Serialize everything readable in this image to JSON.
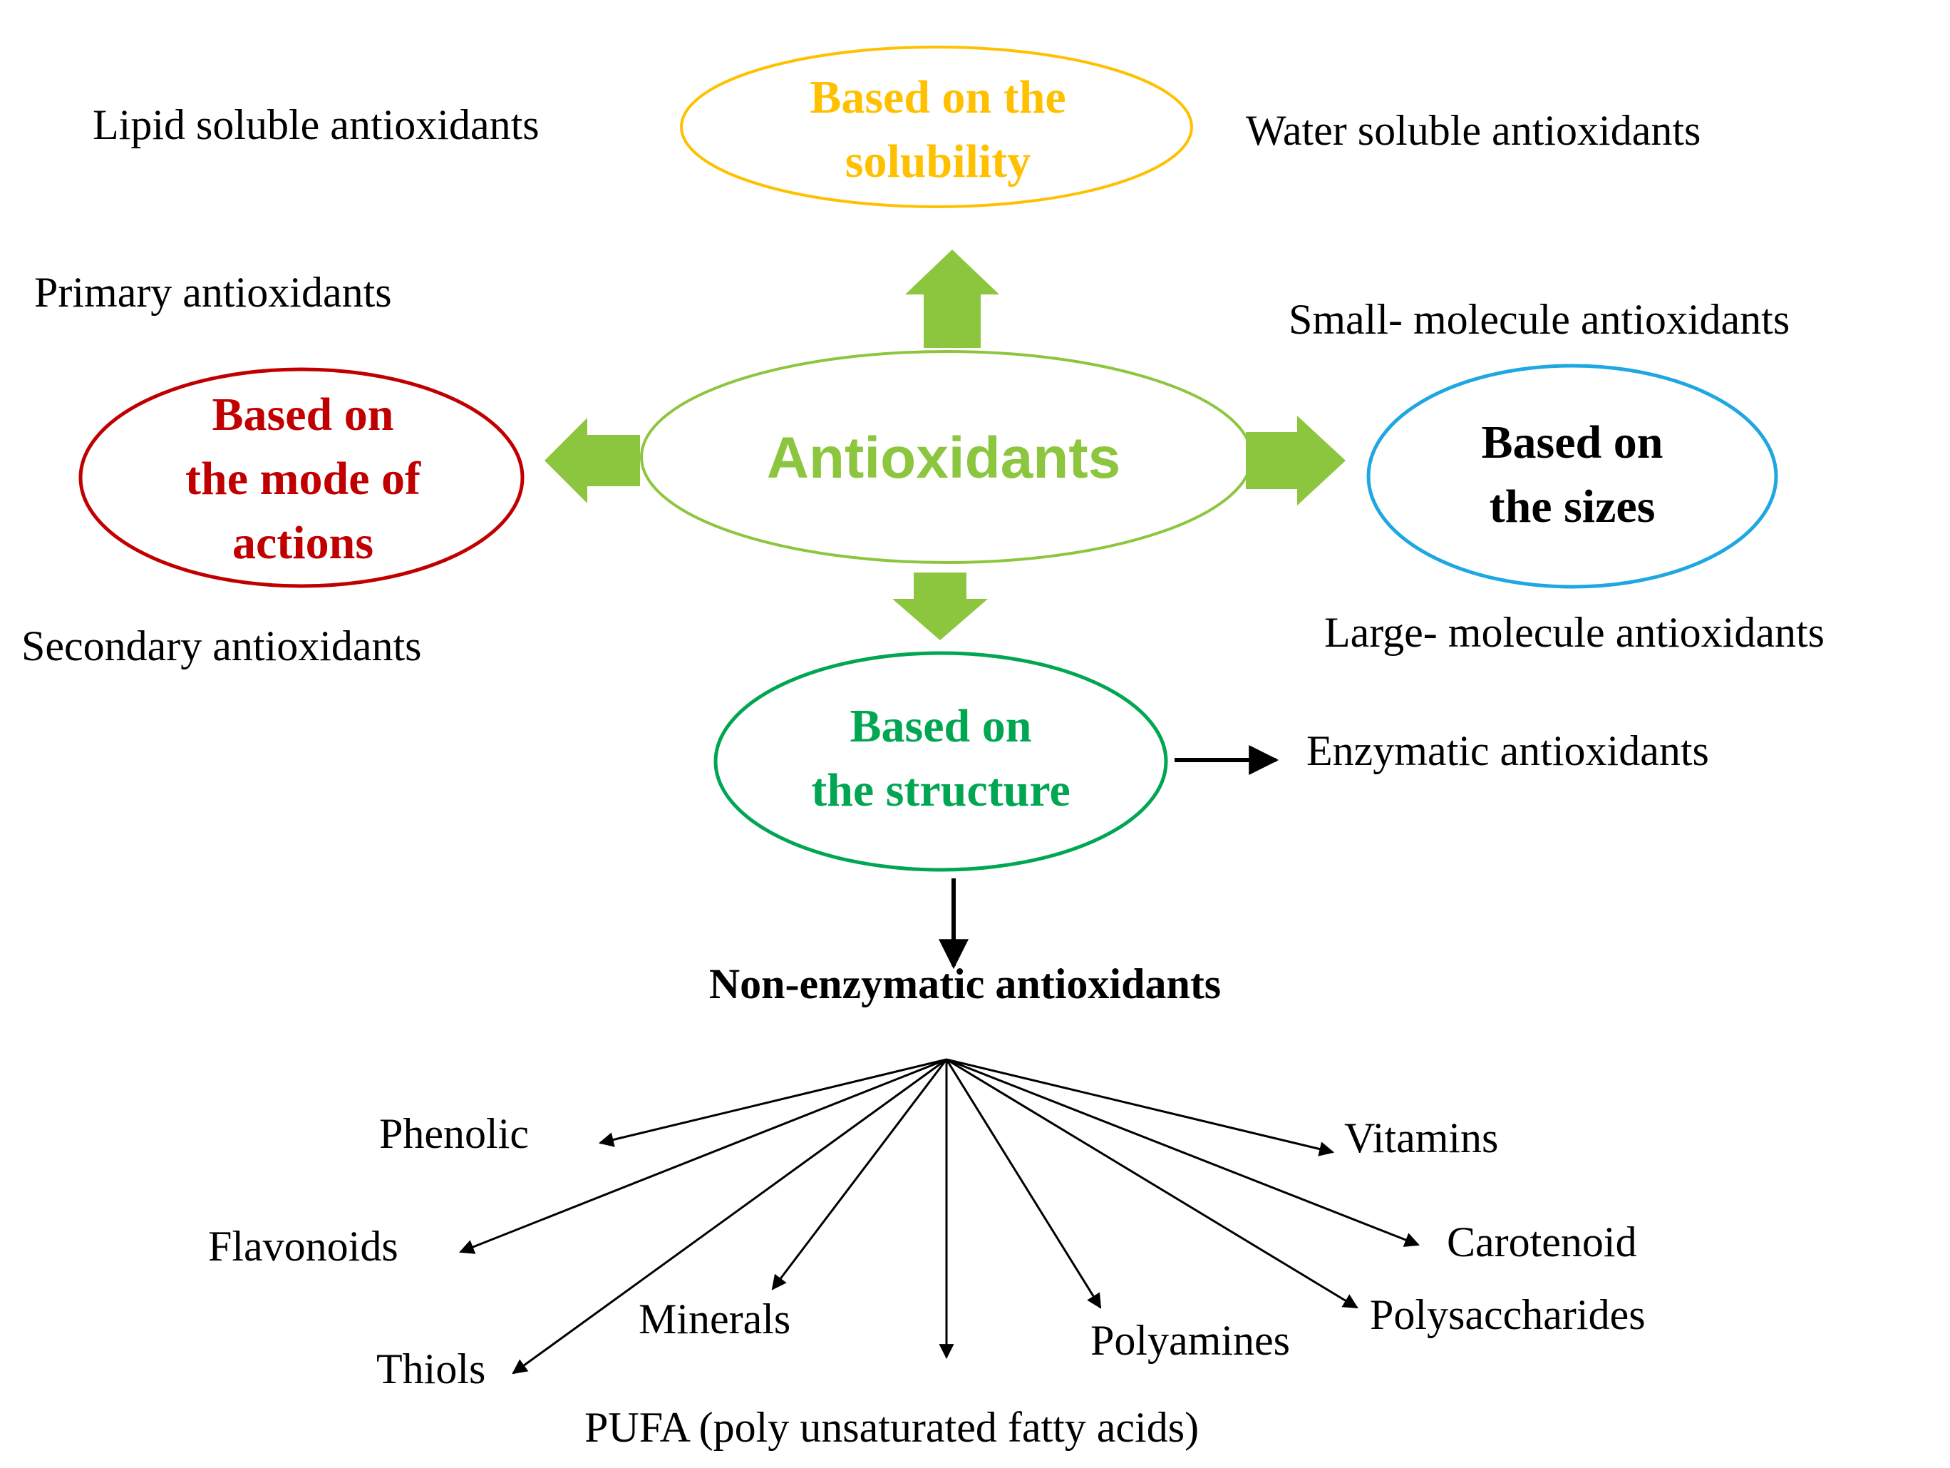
{
  "center": {
    "label": "Antioxidants",
    "color": "#8CC63F"
  },
  "categories": {
    "solubility": {
      "line1": "Based on the",
      "line2": "solubility",
      "color": "#FFC000",
      "left_item": "Lipid soluble antioxidants",
      "right_item": "Water soluble antioxidants"
    },
    "mode": {
      "line1": "Based on",
      "line2": "the mode of",
      "line3": "actions",
      "color": "#C00000",
      "top_item": "Primary antioxidants",
      "bottom_item": "Secondary antioxidants"
    },
    "sizes": {
      "line1": "Based on",
      "line2": "the sizes",
      "color": "#1EA7E1",
      "top_item": "Small- molecule antioxidants",
      "bottom_item": "Large- molecule antioxidants"
    },
    "structure": {
      "line1": "Based on",
      "line2": "the structure",
      "color": "#00A651",
      "right_item": "Enzymatic antioxidants",
      "down_item": "Non-enzymatic antioxidants"
    }
  },
  "non_enzymatic_types": {
    "phenolic": "Phenolic",
    "flavonoids": "Flavonoids",
    "thiols": "Thiols",
    "minerals": "Minerals",
    "pufa": "PUFA (poly unsaturated fatty acids)",
    "polyamines": "Polyamines",
    "polysaccharides": "Polysaccharides",
    "carotenoid": "Carotenoid",
    "vitamins": "Vitamins"
  },
  "colors": {
    "thick_arrow": "#8CC63F",
    "text": "#000000",
    "thin_arrow": "#000000"
  }
}
